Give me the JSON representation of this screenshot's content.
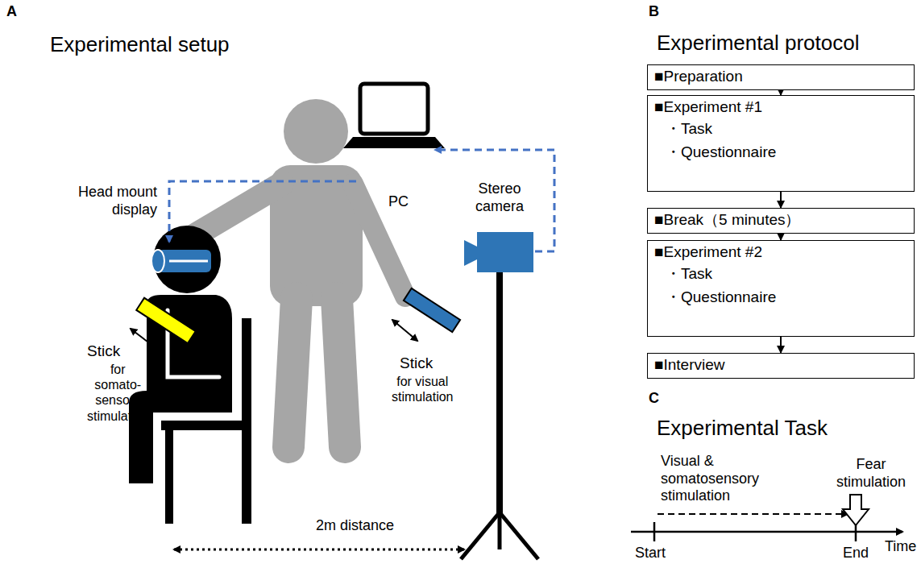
{
  "diagram": {
    "nodes": [
      {
        "text": [
          "■Preparation"
        ]
      },
      {
        "text": [
          "■Experiment #1",
          "・Task",
          "・Questionnaire"
        ]
      },
      {
        "text": [
          "■Break（5 minutes）"
        ]
      },
      {
        "text": [
          "■Experiment #2",
          "・Task",
          "・Questionnaire"
        ]
      },
      {
        "text": [
          "■Interview"
        ]
      }
    ],
    "edges": [
      {
        "from": 0,
        "to": 1,
        "arrow": "to"
      },
      {
        "from": 1,
        "to": 2,
        "arrow": "to"
      },
      {
        "from": 2,
        "to": 3,
        "arrow": "to"
      },
      {
        "from": 3,
        "to": 4,
        "arrow": "to"
      }
    ],
    "labels": [
      "A",
      "Experimental setup",
      "Head mount display",
      "PC",
      "Stick",
      "for somato- sensory stimulation",
      "Stick",
      "for visual stimulation",
      "Stereo camera",
      "2m distance",
      "B",
      "Experimental protocol",
      "C",
      "Experimental Task",
      "Visual & somatosensory stimulation",
      "Fear stimulation",
      "Start",
      "End",
      "Time"
    ]
  }
}
